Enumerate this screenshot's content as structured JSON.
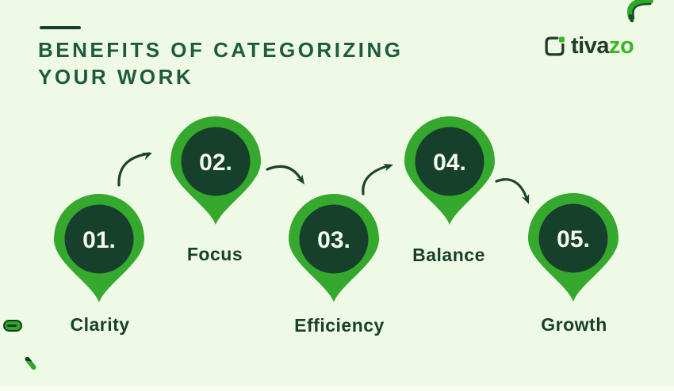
{
  "page": {
    "title_line1": "BENEFITS OF CATEGORIZING",
    "title_line2": "YOUR WORK"
  },
  "logo": {
    "brand_dark": "tiva",
    "brand_green": "zo",
    "icon": "tivazo-logo-mark"
  },
  "steps": [
    {
      "number": "01.",
      "label": "Clarity"
    },
    {
      "number": "02.",
      "label": "Focus"
    },
    {
      "number": "03.",
      "label": "Efficiency"
    },
    {
      "number": "04.",
      "label": "Balance"
    },
    {
      "number": "05.",
      "label": "Growth"
    }
  ],
  "colors": {
    "background": "#eefae5",
    "pin_green": "#35a92d",
    "pin_dark_circle": "#17402c",
    "title_green": "#1f5a40",
    "label_dark": "#17402c",
    "arrow_dark": "#1b4430",
    "number_white": "#f4faf1",
    "logo_green": "#3db32a",
    "logo_dark": "#203b26"
  },
  "icons": {
    "decorations": [
      "ribbon-squiggle-icon",
      "pill-mark-icon",
      "dash-mark-icon"
    ],
    "pin_shape": "map-pin-marker"
  }
}
